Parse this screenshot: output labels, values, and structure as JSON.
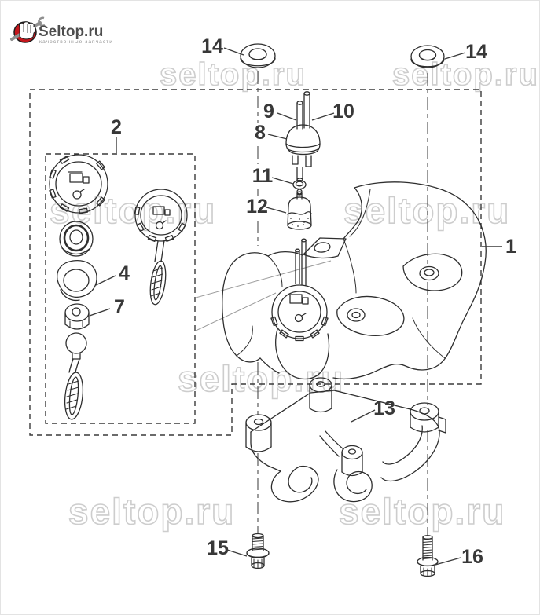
{
  "logo": {
    "title": "Seltop.ru",
    "tagline": "качественные запчасти",
    "badge_color": "#c4161c"
  },
  "watermark": {
    "text": "seltop.ru",
    "color": "#cdcdcd"
  },
  "diagram": {
    "description_visible_text_only": true,
    "stroke_color": "#2e2e2e",
    "callouts": [
      {
        "label": "14"
      },
      {
        "label": "14"
      },
      {
        "label": "2"
      },
      {
        "label": "9"
      },
      {
        "label": "10"
      },
      {
        "label": "8"
      },
      {
        "label": "11"
      },
      {
        "label": "12"
      },
      {
        "label": "1"
      },
      {
        "label": "4"
      },
      {
        "label": "7"
      },
      {
        "label": "13"
      },
      {
        "label": "15"
      },
      {
        "label": "16"
      }
    ]
  }
}
